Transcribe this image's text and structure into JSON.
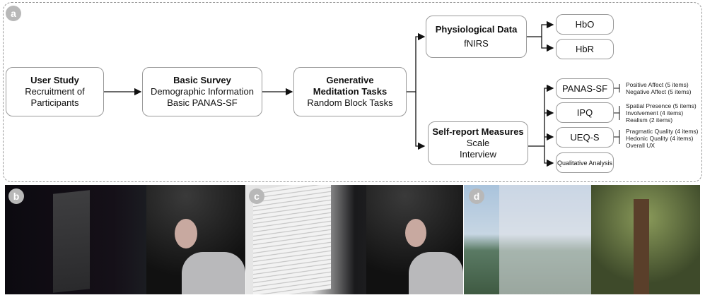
{
  "panels": {
    "a": "a",
    "b": "b",
    "c": "c",
    "d": "d"
  },
  "flow": {
    "user_study": {
      "title": "User Study",
      "lines": [
        "Recruitment of",
        "Participants"
      ]
    },
    "basic_survey": {
      "title": "Basic Survey",
      "lines": [
        "Demographic Information",
        "Basic PANAS-SF"
      ]
    },
    "meditation": {
      "title_lines": [
        "Generative",
        "Meditation Tasks"
      ],
      "lines": [
        "Random Block Tasks"
      ]
    },
    "physiological": {
      "title": "Physiological Data",
      "lines": [
        "fNIRS"
      ]
    },
    "self_report": {
      "title": "Self-report Measures",
      "lines": [
        "Scale",
        "Interview"
      ]
    },
    "hbo": "HbO",
    "hbr": "HbR",
    "panas": "PANAS-SF",
    "ipq": "IPQ",
    "ueq": "UEQ-S",
    "qualitative": "Qualitative Analysis"
  },
  "notes": {
    "panas": [
      "Positive Affect (5 items)",
      "Negative Affect (5 items)"
    ],
    "ipq": [
      "Spatial Presence (5 items)",
      "Involvement (4 items)",
      "Realism (2 items)"
    ],
    "ueq": [
      "Pragmatic Quality (4 items)",
      "Hedonic Quality (4 items)",
      "Overall UX"
    ]
  }
}
